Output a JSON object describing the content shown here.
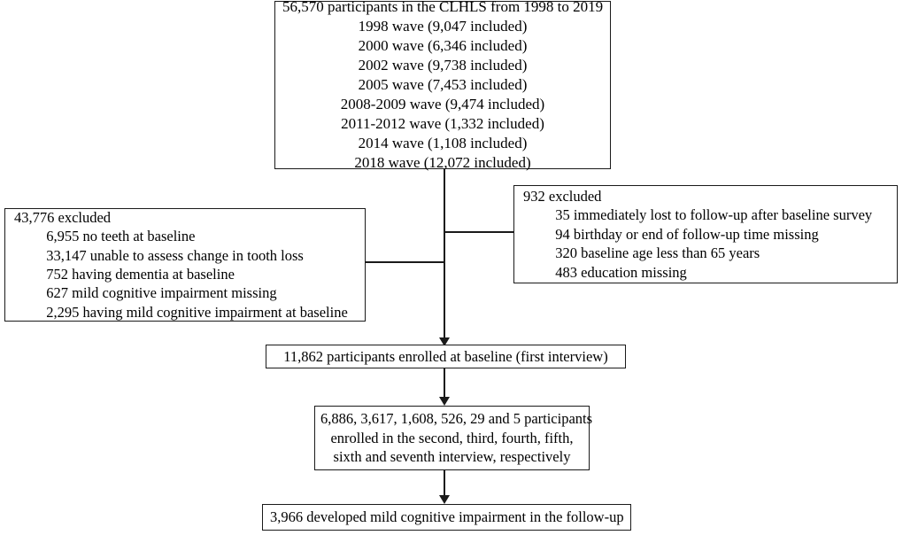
{
  "chart_data": {
    "type": "diagram",
    "title": "CLHLS participant selection flow diagram",
    "nodes": [
      {
        "id": "source",
        "lines": [
          "56,570 participants in the CLHLS from 1998 to 2019",
          "1998 wave (9,047 included)",
          "2000 wave (6,346 included)",
          "2002 wave (9,738 included)",
          "2005 wave (7,453 included)",
          "2008-2009 wave (9,474 included)",
          "2011-2012 wave (1,332 included)",
          "2014 wave (1,108 included)",
          "2018 wave (12,072 included)"
        ]
      },
      {
        "id": "excluded_left",
        "head": "43,776 excluded",
        "items": [
          "6,955 no teeth at baseline",
          "33,147 unable to assess change in tooth loss",
          "752 having dementia at baseline",
          "627 mild cognitive impairment missing",
          "2,295 having mild cognitive impairment at baseline"
        ]
      },
      {
        "id": "excluded_right",
        "head": "932 excluded",
        "items": [
          "35 immediately lost to follow-up after baseline survey",
          "94 birthday or end of follow-up time missing",
          "320 baseline age less than 65 years",
          "483 education missing"
        ]
      },
      {
        "id": "baseline",
        "lines": [
          "11,862 participants enrolled at baseline (first interview)"
        ]
      },
      {
        "id": "interviews",
        "lines": [
          "6,886, 3,617, 1,608, 526, 29 and 5 participants",
          "enrolled in the second, third, fourth, fifth,",
          "sixth and seventh interview, respectively"
        ]
      },
      {
        "id": "outcome",
        "lines": [
          "3,966 developed mild cognitive impairment in the follow-up"
        ]
      }
    ]
  },
  "source_box": {
    "line0": "56,570 participants in the CLHLS from 1998 to 2019",
    "line1": "1998 wave (9,047 included)",
    "line2": "2000 wave (6,346 included)",
    "line3": "2002 wave (9,738 included)",
    "line4": "2005 wave (7,453 included)",
    "line5": "2008-2009 wave (9,474 included)",
    "line6": "2011-2012 wave (1,332 included)",
    "line7": "2014 wave (1,108 included)",
    "line8": "2018 wave (12,072 included)"
  },
  "excluded_left_box": {
    "head": "43,776 excluded",
    "item0": "6,955 no teeth at baseline",
    "item1": "33,147 unable to assess change in tooth loss",
    "item2": "752 having dementia at baseline",
    "item3": "627 mild cognitive impairment missing",
    "item4": "2,295 having mild cognitive impairment at baseline"
  },
  "excluded_right_box": {
    "head": "932 excluded",
    "item0": "35 immediately lost to follow-up after baseline survey",
    "item1": "94 birthday or end of follow-up time missing",
    "item2": "320 baseline age less than 65 years",
    "item3": "483 education missing"
  },
  "baseline_box": {
    "line0": "11,862 participants enrolled at baseline (first interview)"
  },
  "interviews_box": {
    "line0": "6,886, 3,617, 1,608, 526, 29 and 5 participants",
    "line1": "enrolled in the second, third, fourth, fifth,",
    "line2": "sixth and seventh interview, respectively"
  },
  "outcome_box": {
    "line0": "3,966 developed mild cognitive impairment in the follow-up"
  },
  "style": {
    "line_color": "#1a1a1a",
    "background": "#ffffff",
    "text_color": "#000000"
  }
}
